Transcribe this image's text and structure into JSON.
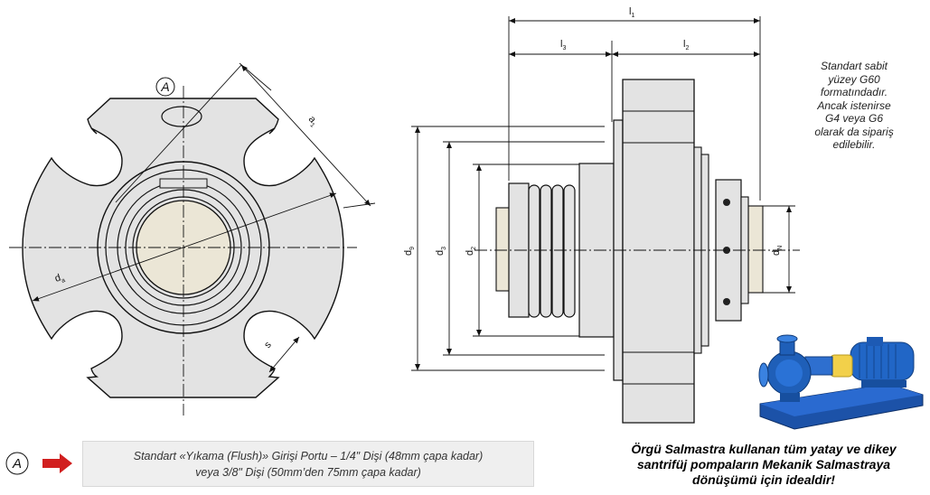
{
  "dimensions": {
    "l1": "l",
    "l1_sub": "1",
    "l2": "l",
    "l2_sub": "2",
    "l3": "l",
    "l3_sub": "3",
    "d9": "d",
    "d9_sub": "9",
    "d3": "d",
    "d3_sub": "3",
    "d2": "d",
    "d2_sub": "2",
    "dN": "d",
    "dN_sub": "N",
    "da": "d",
    "da_sub": "a",
    "a1": "a",
    "a1_sub": "1",
    "s": "s"
  },
  "detail_marker": "A",
  "spec_note": {
    "lines": [
      "Standart sabit",
      "yüzey G60",
      "formatındadır.",
      "Ancak istenirse",
      "G4 veya G6",
      "olarak da sipariş",
      "edilebilir."
    ]
  },
  "flush_port": {
    "marker": "A",
    "line1": "Standart «Yıkama (Flush)» Girişi Portu – 1/4\" Dişi (48mm çapa kadar)",
    "line2": "veya 3/8\" Dişi (50mm’den 75mm çapa kadar)"
  },
  "bottom_note": {
    "line1": "Örgü Salmastra kullanan tüm yatay ve dikey",
    "line2": "santrifüj pompaların Mekanik Salmastraya",
    "line3": "dönüşümü için idealdir!"
  },
  "colors": {
    "part_fill": "#e3e3e3",
    "shaft_fill": "#ebe6d6",
    "line": "#111111",
    "arrow_red": "#d11f1f",
    "pump_blue": "#1f5fb8",
    "motor_blue": "#2166c6",
    "coupling_yellow": "#f2d04a"
  }
}
